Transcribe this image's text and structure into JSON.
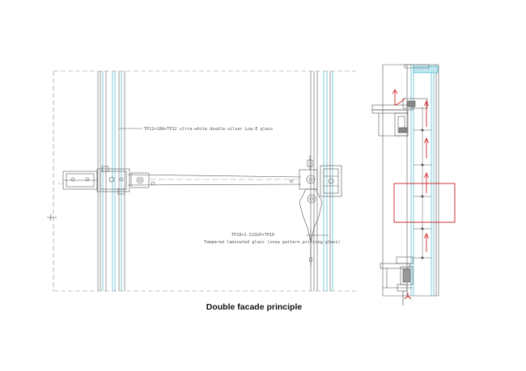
{
  "annotations": {
    "glass_top": "TP12+18A+TP12 ultra-white double-silver Low-E glass",
    "glass_bottom_line1": "TP10+1.52SGP+TP10",
    "glass_bottom_line2": "Tempered laminated glass (snow pattern printing glass)"
  },
  "caption": "Double facade principle",
  "colors": {
    "line": "#555555",
    "dash": "#888888",
    "glass_cyan": "#2aa8c0",
    "arrow_red": "#d42a2a",
    "highlight_box": "#c81e1e"
  },
  "icons": [
    "airflow-arrow-icon",
    "highlight-frame"
  ]
}
